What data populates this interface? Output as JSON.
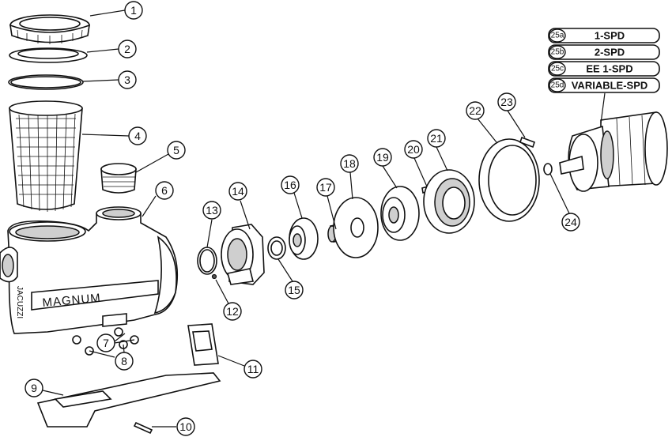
{
  "pump_branding": {
    "model_text": "MAGNUM",
    "maker_text": "JACUZZI"
  },
  "callouts": [
    {
      "id": "c1",
      "label": "1"
    },
    {
      "id": "c2",
      "label": "2"
    },
    {
      "id": "c3",
      "label": "3"
    },
    {
      "id": "c4",
      "label": "4"
    },
    {
      "id": "c5",
      "label": "5"
    },
    {
      "id": "c6",
      "label": "6"
    },
    {
      "id": "c7",
      "label": "7"
    },
    {
      "id": "c8",
      "label": "8"
    },
    {
      "id": "c9",
      "label": "9"
    },
    {
      "id": "c10",
      "label": "10"
    },
    {
      "id": "c11",
      "label": "11"
    },
    {
      "id": "c12",
      "label": "12"
    },
    {
      "id": "c13",
      "label": "13"
    },
    {
      "id": "c14",
      "label": "14"
    },
    {
      "id": "c15",
      "label": "15"
    },
    {
      "id": "c16",
      "label": "16"
    },
    {
      "id": "c17",
      "label": "17"
    },
    {
      "id": "c18",
      "label": "18"
    },
    {
      "id": "c19",
      "label": "19"
    },
    {
      "id": "c20",
      "label": "20"
    },
    {
      "id": "c21",
      "label": "21"
    },
    {
      "id": "c22",
      "label": "22"
    },
    {
      "id": "c23",
      "label": "23"
    },
    {
      "id": "c24",
      "label": "24"
    }
  ],
  "motor_options": [
    {
      "code": "25a",
      "label": "1-SPD"
    },
    {
      "code": "25b",
      "label": "2-SPD"
    },
    {
      "code": "25c",
      "label": "EE 1-SPD"
    },
    {
      "code": "25d",
      "label": "VARIABLE-SPD"
    }
  ]
}
